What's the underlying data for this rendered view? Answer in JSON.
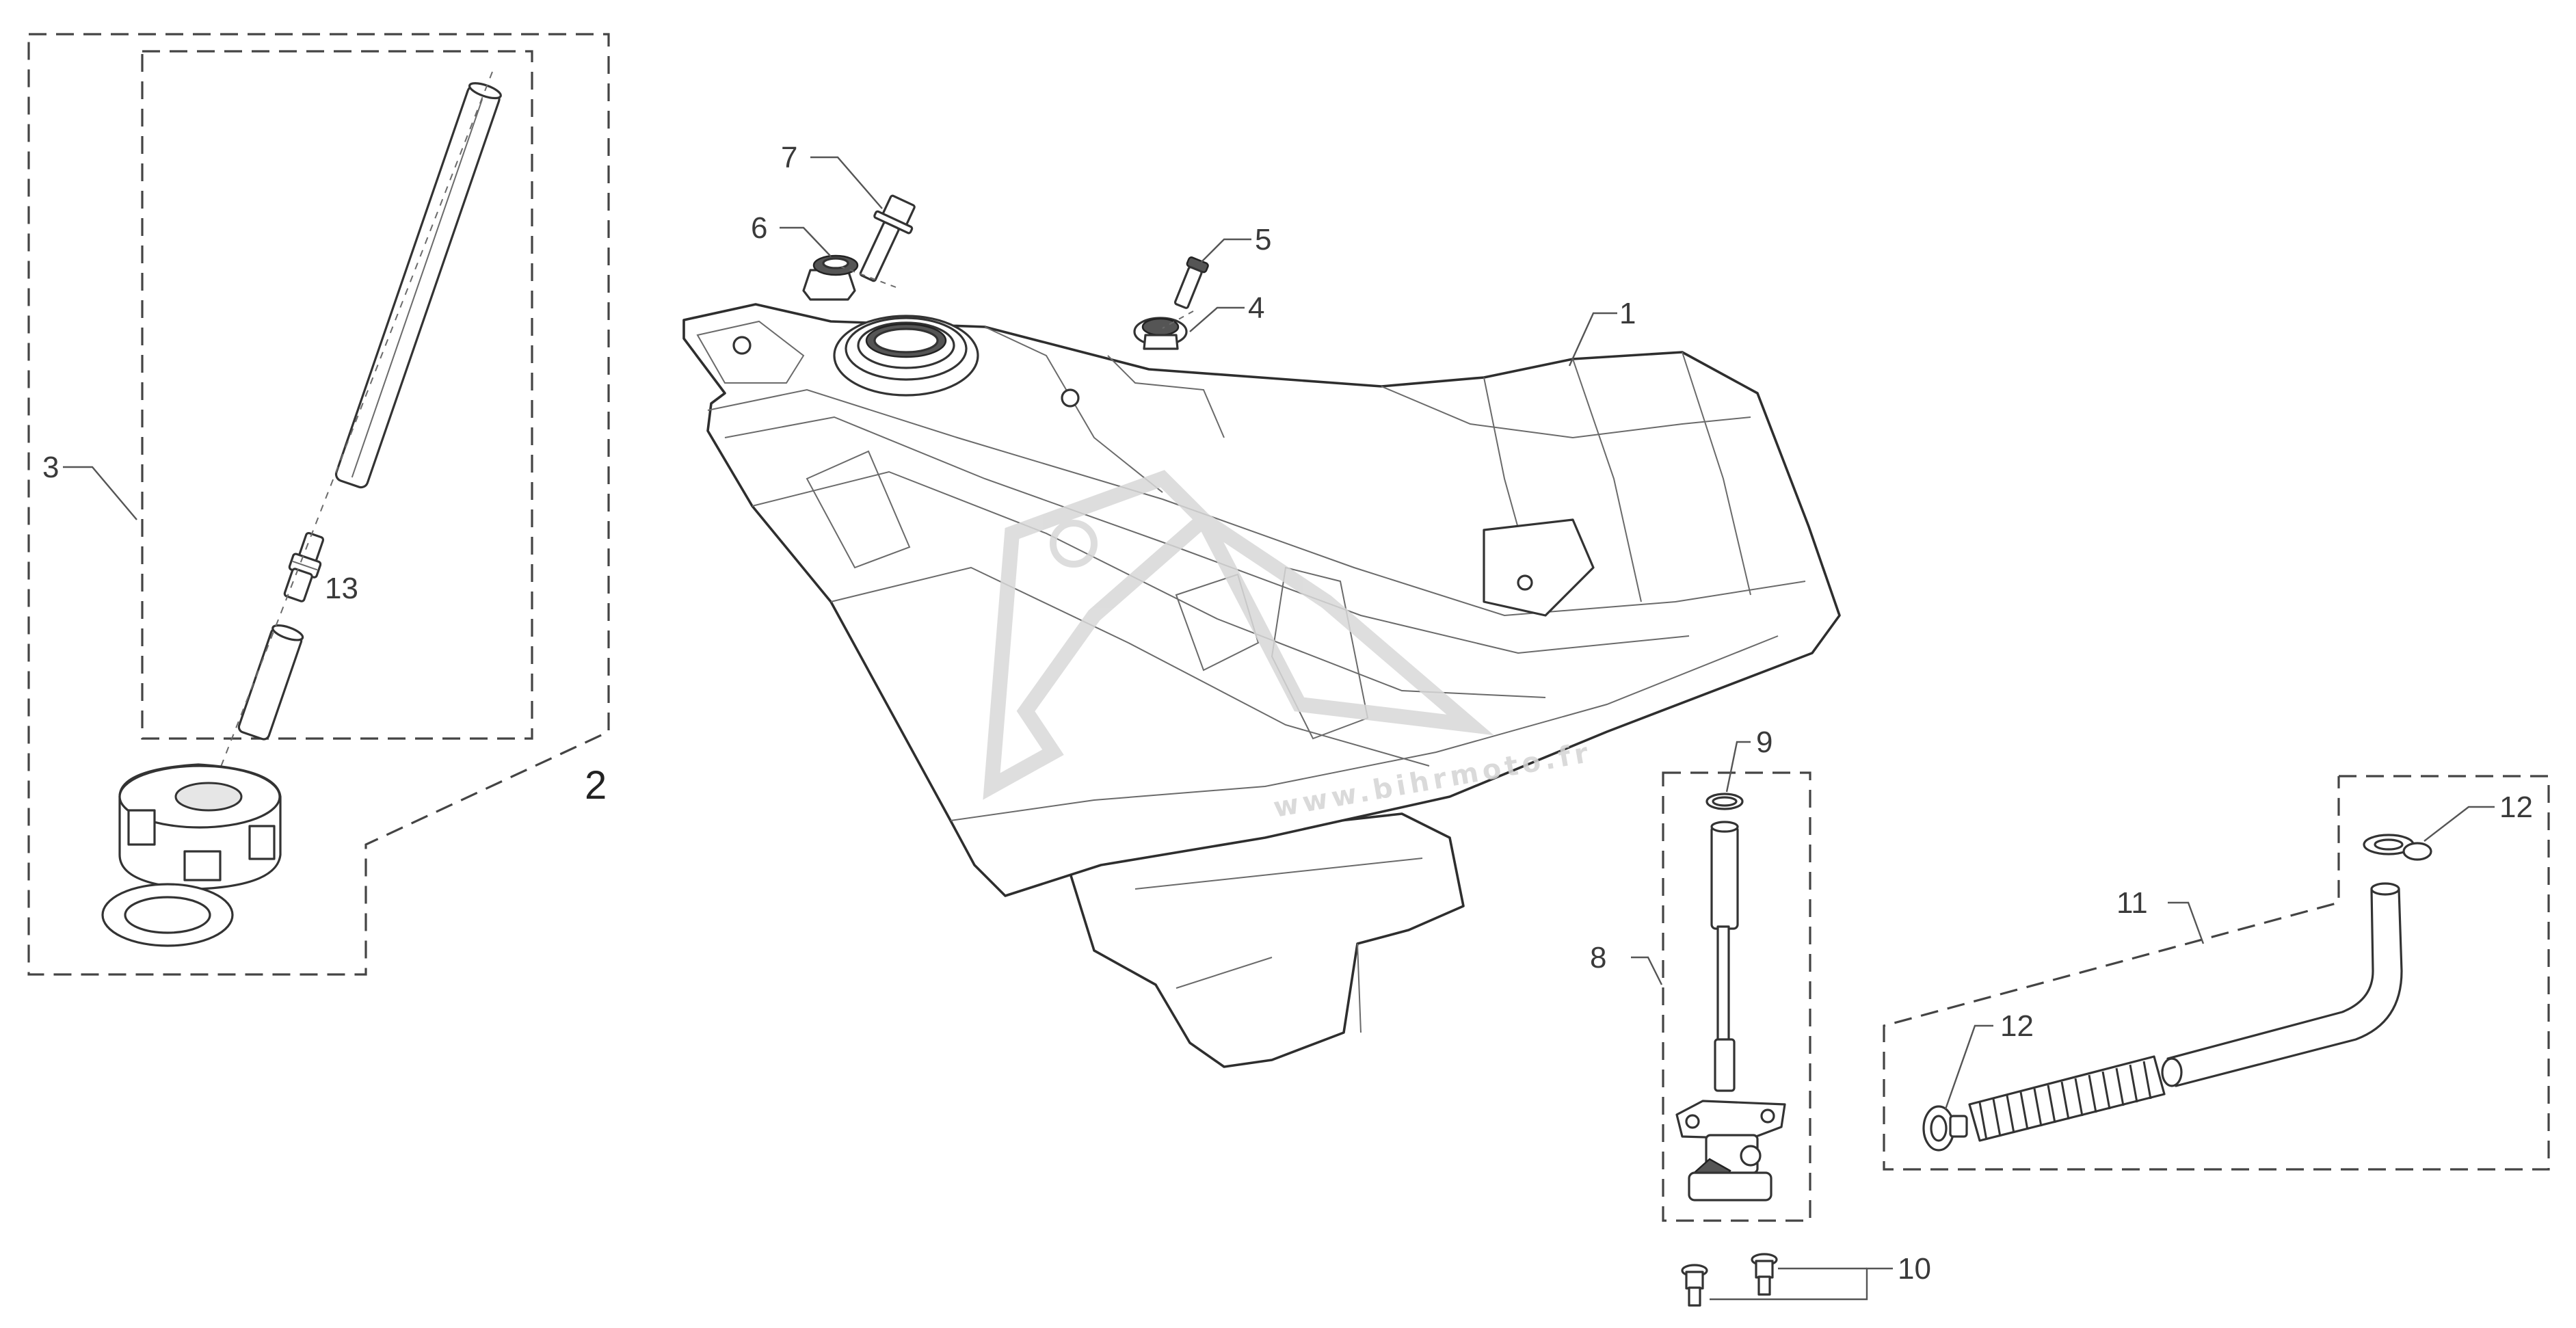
{
  "callouts": {
    "p1": "1",
    "p2": "2",
    "p3": "3",
    "p4": "4",
    "p5": "5",
    "p6": "6",
    "p7": "7",
    "p8": "8",
    "p9": "9",
    "p10": "10",
    "p11": "11",
    "p12a": "12",
    "p12b": "12",
    "p13": "13"
  },
  "watermark": "www.bihrmoto.fr",
  "colors": {
    "line": "#333333",
    "background": "#ffffff",
    "watermark": "#d4d4d4"
  }
}
